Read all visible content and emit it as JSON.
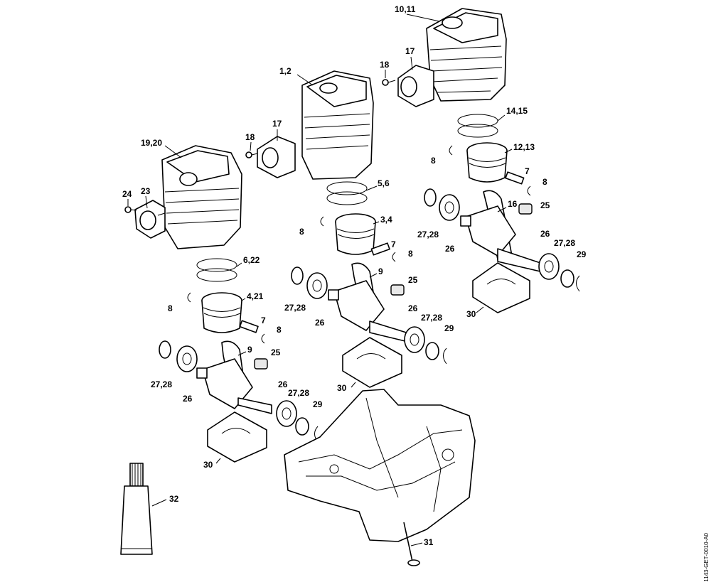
{
  "diagram": {
    "document_ref": "1143-GET-0010-A0",
    "callouts": {
      "c_10_11": "10,11",
      "c_1_2": "1,2",
      "c_19_20": "19,20",
      "c_17a": "17",
      "c_17b": "17",
      "c_18a": "18",
      "c_18b": "18",
      "c_24": "24",
      "c_23": "23",
      "c_14_15": "14,15",
      "c_12_13": "12,13",
      "c_5_6": "5,6",
      "c_3_4": "3,4",
      "c_6_22": "6,22",
      "c_4_21": "4,21",
      "c_8a": "8",
      "c_8b": "8",
      "c_8c": "8",
      "c_8d": "8",
      "c_8e": "8",
      "c_8f": "8",
      "c_7a": "7",
      "c_7b": "7",
      "c_7c": "7",
      "c_16": "16",
      "c_9a": "9",
      "c_9b": "9",
      "c_25a": "25",
      "c_25b": "25",
      "c_25c": "25",
      "c_26a": "26",
      "c_26b": "26",
      "c_26c": "26",
      "c_26d": "26",
      "c_26e": "26",
      "c_26f": "26",
      "c_2728a": "27,28",
      "c_2728b": "27,28",
      "c_2728c": "27,28",
      "c_2728d": "27,28",
      "c_2728e": "27,28",
      "c_2728f": "27,28",
      "c_29a": "29",
      "c_29b": "29",
      "c_29c": "29",
      "c_30a": "30",
      "c_30b": "30",
      "c_30c": "30",
      "c_31": "31",
      "c_32": "32"
    }
  }
}
